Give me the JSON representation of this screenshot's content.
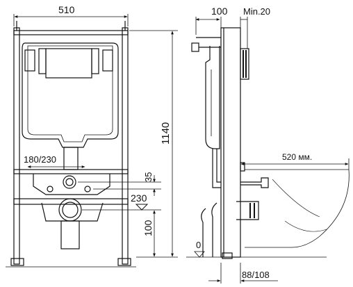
{
  "drawing": {
    "front_view": {
      "width_label": "510",
      "height_label": "1140",
      "outlet_spacing_label": "180/230",
      "dim_35_label": "35",
      "dim_230_label": "230",
      "dim_100_label": "100"
    },
    "side_view": {
      "depth_label": "100",
      "min_label": "Min.20",
      "bowl_projection_label": "520 мм.",
      "floor_zero_label": "0",
      "bottom_depth_label": "88/108"
    }
  }
}
